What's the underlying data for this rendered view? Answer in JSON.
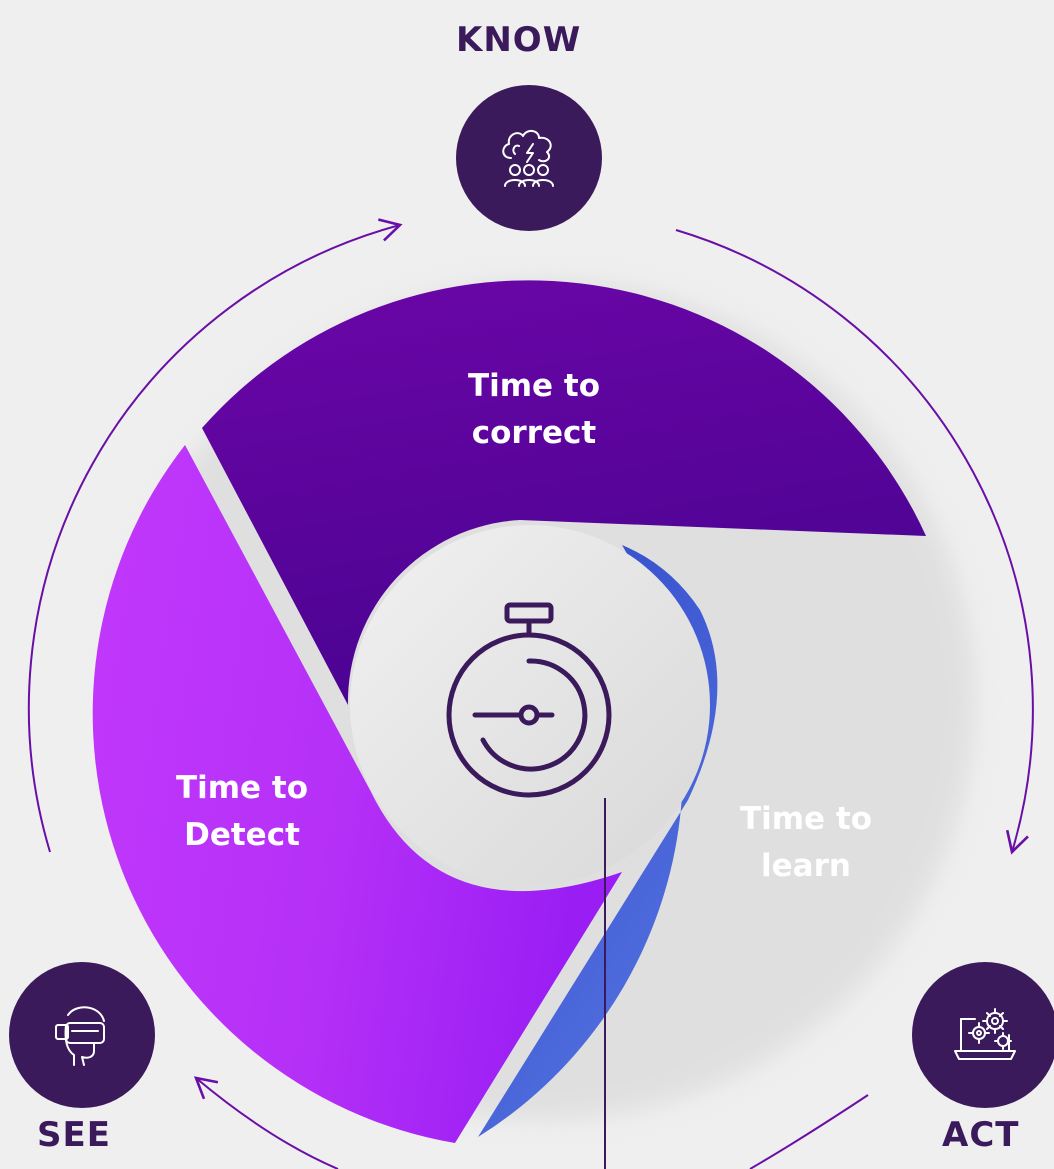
{
  "stages": {
    "know": {
      "label": "KNOW",
      "icon": "brain-team-icon"
    },
    "see": {
      "label": "SEE",
      "icon": "vr-headset-icon"
    },
    "act": {
      "label": "ACT",
      "icon": "laptop-gears-icon"
    }
  },
  "segments": {
    "correct": {
      "line1": "Time to",
      "line2": "correct"
    },
    "detect": {
      "line1": "Time to",
      "line2": "Detect"
    },
    "learn": {
      "line1": "Time to",
      "line2": "learn"
    }
  },
  "center": {
    "icon": "stopwatch-icon"
  },
  "colors": {
    "background": "#efefef",
    "node": "#3b1a5c",
    "arrow": "#6a0fa6",
    "correct": "#5e059c",
    "detect": "#b02cf5",
    "learn": "#4661d8"
  }
}
